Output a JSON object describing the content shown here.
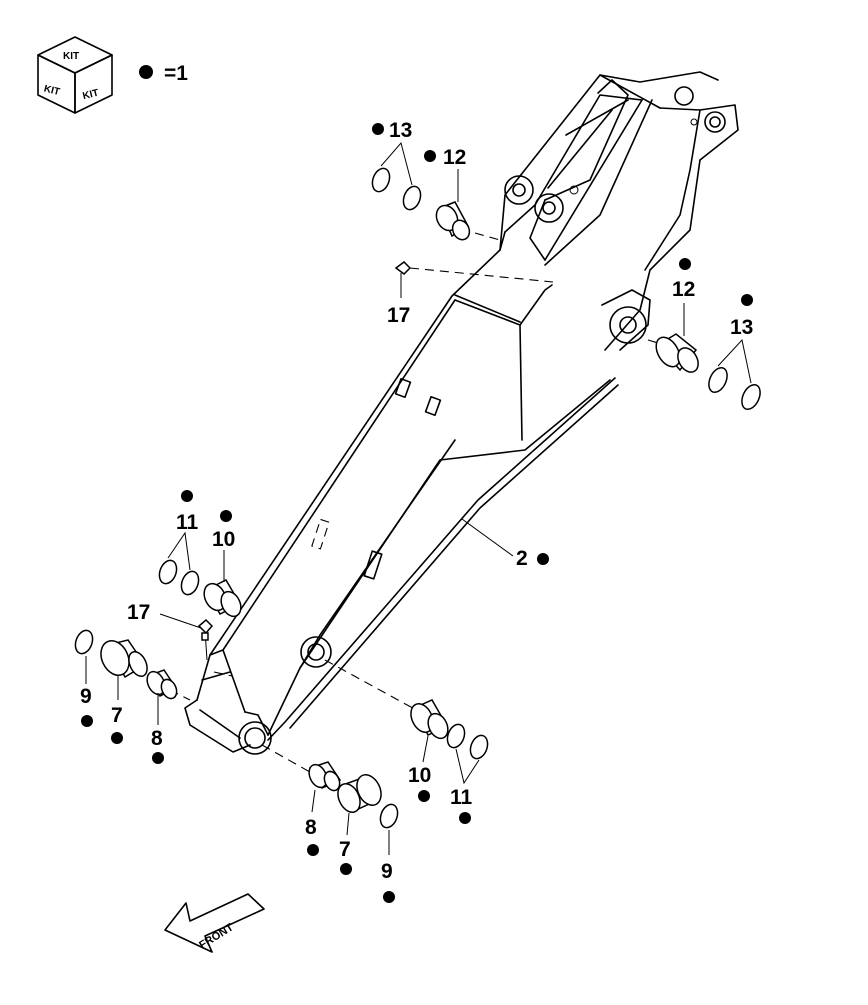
{
  "legend": {
    "kit_labels": [
      "KIT",
      "KIT",
      "KIT"
    ],
    "equals_text": "=1"
  },
  "callouts": {
    "c13_top": "13",
    "c12_top": "12",
    "c17_top": "17",
    "c12_right": "12",
    "c13_right": "13",
    "c11_left": "11",
    "c10_left": "10",
    "c17_left": "17",
    "c2": "2",
    "c9_left": "9",
    "c7_left": "7",
    "c8_left": "8",
    "c10_right": "10",
    "c11_right": "11",
    "c8_bottom": "8",
    "c7_bottom": "7",
    "c9_bottom": "9"
  },
  "front_arrow": {
    "label": "FRONT"
  },
  "colors": {
    "line": "#000000",
    "background": "#ffffff",
    "kit_dot": "#000000"
  }
}
